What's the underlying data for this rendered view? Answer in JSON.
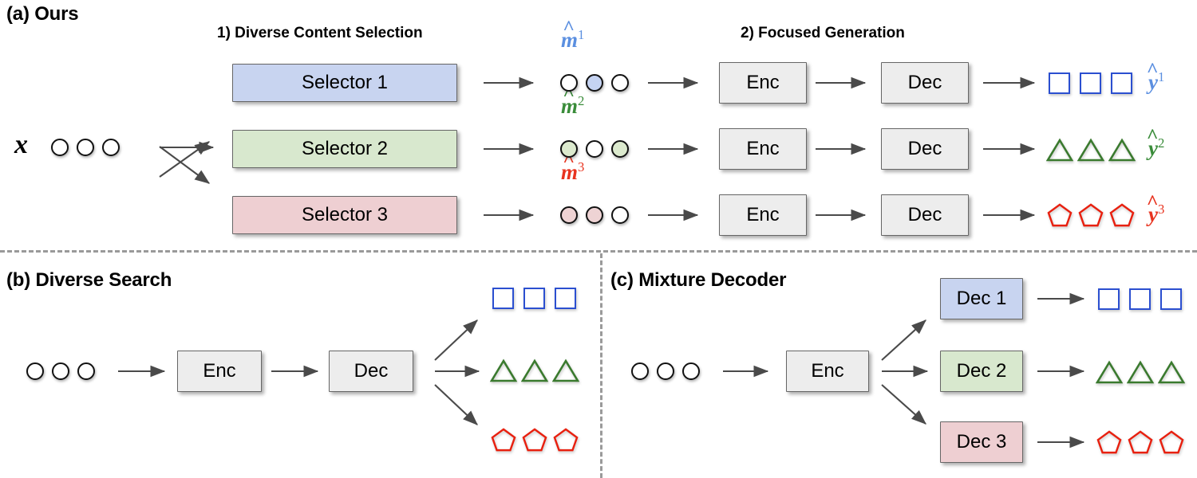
{
  "panels": [
    {
      "id": "a",
      "title": "(a) Ours"
    },
    {
      "id": "b",
      "title": "(b) Diverse Search"
    },
    {
      "id": "c",
      "title": "(c) Mixture Decoder"
    }
  ],
  "panel_a": {
    "steps": [
      {
        "label": "1) Diverse Content Selection"
      },
      {
        "label": "2) Focused Generation"
      }
    ],
    "input_label": "x",
    "input_tokens": [
      "token",
      "token",
      "token"
    ],
    "rows": [
      {
        "selector_label": "Selector 1",
        "selector_color": "#c8d4f0",
        "mask_label_base": "m",
        "mask_label_sup": "1",
        "mask_color": "#5b8fe0",
        "mask_pattern": [
          "empty",
          "filled",
          "empty"
        ],
        "encoder_label": "Enc",
        "decoder_label": "Dec",
        "output_shape": "square",
        "output_count": 3,
        "output_color": "#2b4fd0",
        "output_label_base": "y",
        "output_label_sup": "1"
      },
      {
        "selector_label": "Selector 2",
        "selector_color": "#d8e8ce",
        "mask_label_base": "m",
        "mask_label_sup": "2",
        "mask_color": "#3a8c3a",
        "mask_pattern": [
          "filled",
          "empty",
          "filled"
        ],
        "encoder_label": "Enc",
        "decoder_label": "Dec",
        "output_shape": "triangle",
        "output_count": 3,
        "output_color": "#3a7a2e",
        "output_label_base": "y",
        "output_label_sup": "2"
      },
      {
        "selector_label": "Selector 3",
        "selector_color": "#eecfd2",
        "mask_label_base": "m",
        "mask_label_sup": "3",
        "mask_color": "#e8331f",
        "mask_pattern": [
          "filled",
          "filled",
          "empty"
        ],
        "encoder_label": "Enc",
        "decoder_label": "Dec",
        "output_shape": "pentagon",
        "output_count": 3,
        "output_color": "#e8200f",
        "output_label_base": "y",
        "output_label_sup": "3"
      }
    ]
  },
  "panel_b": {
    "input_tokens": [
      "token",
      "token",
      "token"
    ],
    "encoder_label": "Enc",
    "decoder_label": "Dec",
    "outputs": [
      {
        "shape": "square",
        "count": 3,
        "color": "#2b4fd0"
      },
      {
        "shape": "triangle",
        "count": 3,
        "color": "#3a7a2e"
      },
      {
        "shape": "pentagon",
        "count": 3,
        "color": "#e8200f"
      }
    ]
  },
  "panel_c": {
    "input_tokens": [
      "token",
      "token",
      "token"
    ],
    "encoder_label": "Enc",
    "decoders": [
      {
        "label": "Dec 1",
        "color": "#c8d4f0",
        "shape": "square",
        "count": 3,
        "shape_color": "#2b4fd0"
      },
      {
        "label": "Dec 2",
        "color": "#d8e8ce",
        "shape": "triangle",
        "count": 3,
        "shape_color": "#3a7a2e"
      },
      {
        "label": "Dec 3",
        "color": "#eecfd2",
        "shape": "pentagon",
        "count": 3,
        "shape_color": "#e8200f"
      }
    ]
  },
  "palette": {
    "blue": "#5b8fe0",
    "green": "#3a8c3a",
    "red": "#e8331f",
    "box_gray": "#ededed",
    "divider": "#9a9a9a",
    "arrow": "#4a4a4a"
  }
}
